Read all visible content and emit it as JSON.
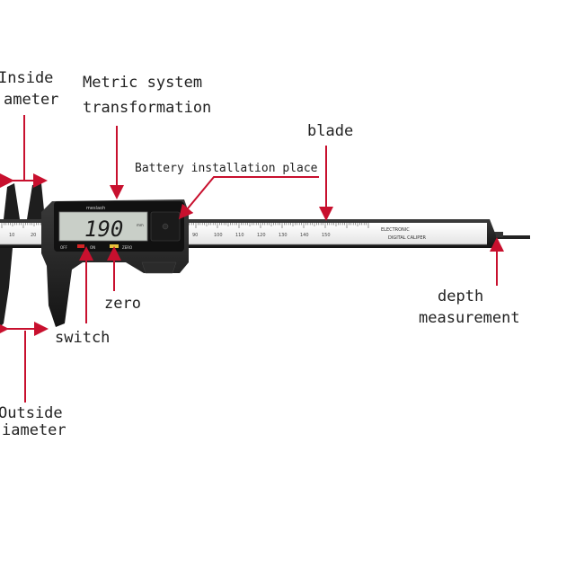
{
  "labels": {
    "inside_diameter": [
      "Inside",
      "ameter"
    ],
    "metric": [
      "Metric system",
      "transformation"
    ],
    "blade": "blade",
    "battery": "Battery installation place",
    "zero": "zero",
    "switch": "switch",
    "depth": [
      "depth",
      "measurement"
    ],
    "outside_diameter": [
      "Outside",
      "iameter"
    ]
  },
  "device": {
    "brand": "meslaoh",
    "display_value": "190",
    "unit": "mm",
    "buttons": [
      "OFF",
      "ON",
      "ZERO"
    ],
    "blade_text": [
      "ELECTRONIC",
      "DIGITAL CALIPER"
    ],
    "scale_numbers": [
      "90",
      "100",
      "110",
      "120",
      "130",
      "140",
      "150"
    ],
    "left_scale_numbers": [
      "10",
      "20"
    ]
  },
  "colors": {
    "annotation": "#c8102e",
    "body": "#1e1e1e",
    "blade": "#f2f2f2",
    "lcd": "#c9cfc8"
  }
}
